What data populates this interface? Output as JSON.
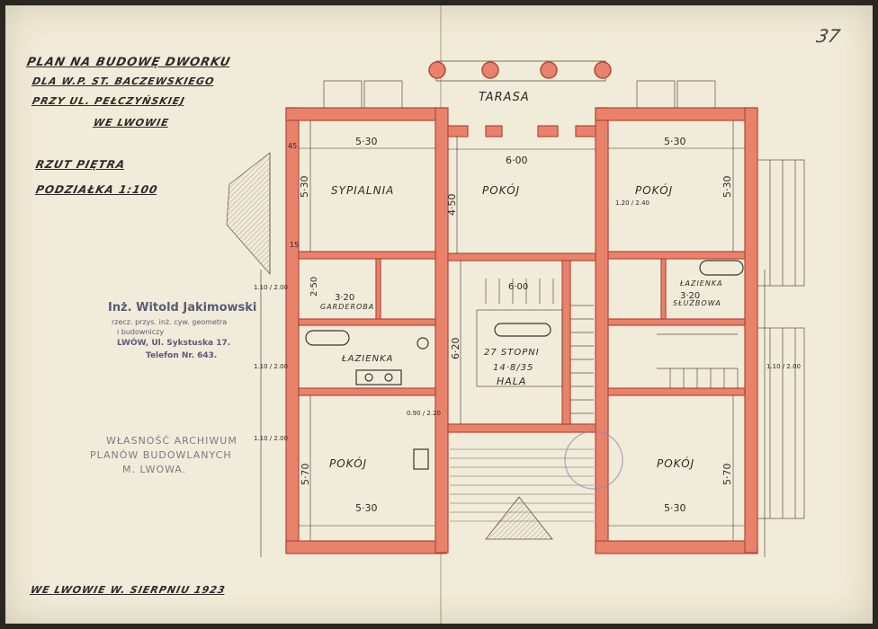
{
  "page_number": "37",
  "title_block": {
    "line1": "PLAN NA BUDOWĘ DWORKU",
    "line2": "DLA W.P. ST. BACZEWSKIEGO",
    "line3": "PRZY UL. PEŁCZYŃSKIEJ",
    "line4": "WE LWOWIE",
    "floor": "RZUT PIĘTRA",
    "scale": "PODZIAŁKA 1:100"
  },
  "architect_stamp": {
    "name": "Inż. Witold Jakimowski",
    "line2": "rzecz. przys. inż. cyw. geometra",
    "line3": "i budowniczy",
    "address": "LWÓW, Ul. Sykstuska 17.",
    "phone": "Telefon Nr. 643."
  },
  "archive_stamp": {
    "line1": "WŁASNOŚĆ ARCHIWUM",
    "line2": "PLANÓW BUDOWLANYCH",
    "line3": "M. LWOWA."
  },
  "footer_date": "WE LWOWIE W. SIERPNIU 1923",
  "rooms": {
    "taras": "TARASA",
    "sypialnia": "SYPIALNIA",
    "pokoj_top_center": "POKÓJ",
    "pokoj_top_right": "POKÓJ",
    "garderoba": "GARDEROBA",
    "lazienka_left": "ŁAZIENKA",
    "lazienka_right": "ŁAZIENKA",
    "sluzbowa": "SŁUŻBOWA",
    "hala": "HALA",
    "stairs_note_1": "27 STOPNI",
    "stairs_note_2": "14·8/35",
    "pokoj_bottom_left": "POKÓJ",
    "pokoj_bottom_right": "POKÓJ"
  },
  "dimensions": {
    "w_530_tl": "5·30",
    "w_600": "6·00",
    "w_530_tr": "5·30",
    "w_530_bl": "5·30",
    "w_530_br": "5·30",
    "h_530_left": "5·30",
    "h_530_right": "5·30",
    "h_450": "4·50",
    "h_620": "6·20",
    "h_570_left": "5·70",
    "h_570_right": "5·70",
    "d_320_left": "3·20",
    "d_320_right": "3·20",
    "d_250": "2·50",
    "d_600_hall": "6·00",
    "d_110_200_a": "1.10 / 2.00",
    "d_110_200_b": "1.10 / 2.00",
    "d_110_200_c": "1.10 / 2.00",
    "d_110_200_d": "1.10 / 2.00",
    "d_120_240": "1.20 / 2.40",
    "d_090_220": "0.90 / 2.20",
    "d_45": "45",
    "d_15": "15"
  },
  "colors": {
    "paper": "#f1ecd9",
    "wall_fill": "#e8826a",
    "wall_edge": "#b4483a",
    "ink": "#2d2a2a",
    "stamp_ink": "#5a5a78"
  }
}
